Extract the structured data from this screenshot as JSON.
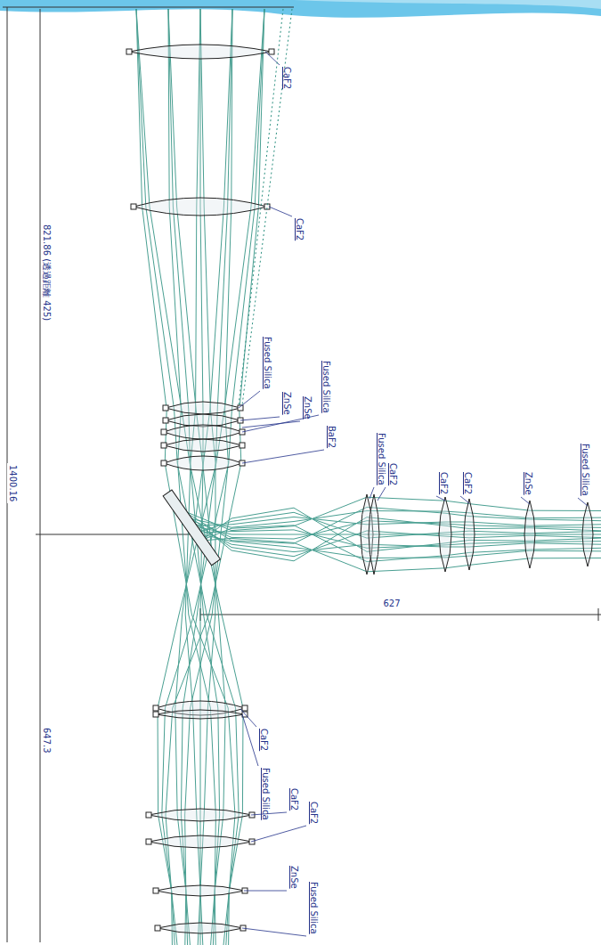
{
  "diagram": {
    "labels": [
      "CaF2",
      "821.86 (透過距離 425)",
      "CaF2",
      "Fused Silica",
      "Fused Silica",
      "ZnSe",
      "ZnSe",
      "BaF2",
      "Fused Silica",
      "CaF2",
      "CaF2",
      "CaF2",
      "ZnSe",
      "Fused Silica",
      "1400.16",
      "627",
      "CaF2",
      "Fused Silica",
      "CaF2",
      "CaF2",
      "ZnSe",
      "Fused Silica",
      "647.3"
    ]
  }
}
